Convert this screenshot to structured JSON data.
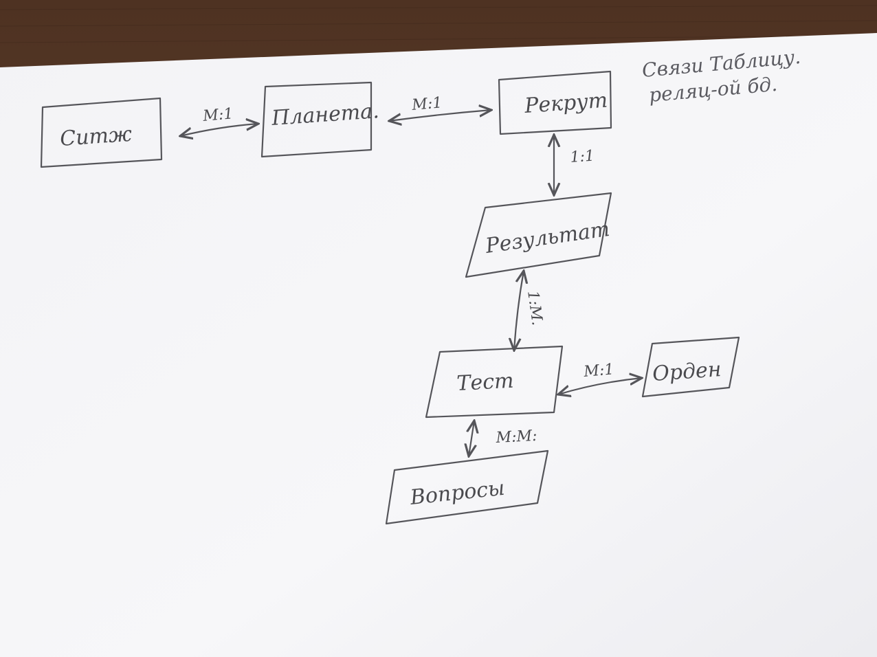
{
  "note": {
    "line1": "Связи Таблицу.",
    "line2": "реляц-ой бд."
  },
  "entities": {
    "sitk": "Ситж",
    "planeta": "Планета.",
    "rekrut": "Рекрут",
    "rezultat": "Результат",
    "test": "Тест",
    "orden": "Орден",
    "voprosy": "Вопросы"
  },
  "relations": {
    "sitk_planeta": "M:1",
    "planeta_rekrut": "M:1",
    "rekrut_rezultat": "1:1",
    "rezultat_test": "1:M.",
    "test_orden": "M:1",
    "test_voprosy": "M:M:"
  },
  "colors": {
    "paper": "#f6f6f8",
    "table": "#5a3a26",
    "ink": "#4a4a4e"
  }
}
